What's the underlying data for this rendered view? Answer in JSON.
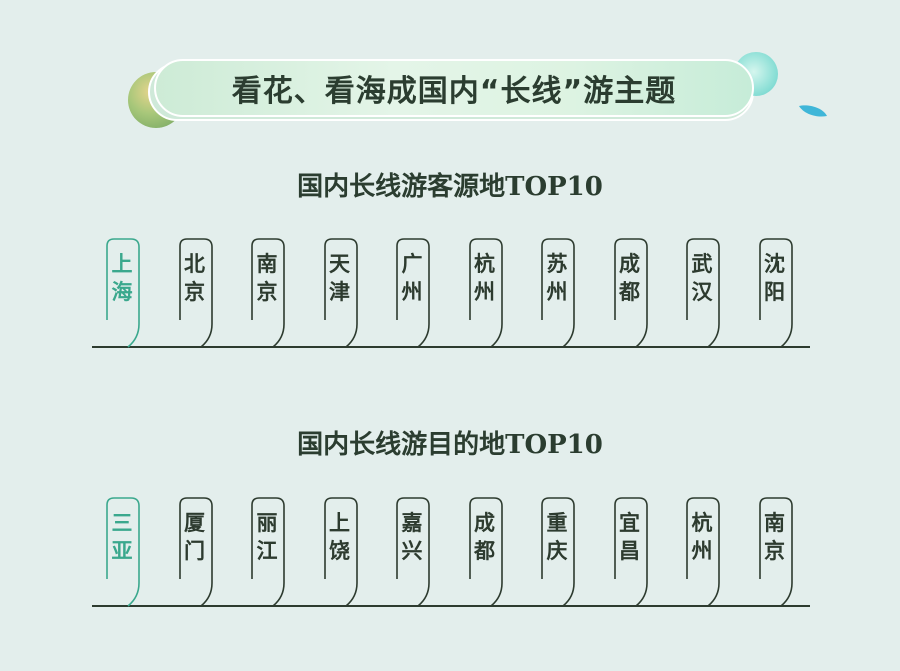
{
  "banner": {
    "title": "看花、看海成国内“长线”游主题"
  },
  "colors": {
    "background": "#e3eeec",
    "text": "#2d3b2f",
    "highlight": "#3aa88d"
  },
  "sections": [
    {
      "title": "国内长线游客源地TOP10",
      "items": [
        "上海",
        "北京",
        "南京",
        "天津",
        "广州",
        "杭州",
        "苏州",
        "成都",
        "武汉",
        "沈阳"
      ]
    },
    {
      "title": "国内长线游目的地TOP10",
      "items": [
        "三亚",
        "厦门",
        "丽江",
        "上饶",
        "嘉兴",
        "成都",
        "重庆",
        "宜昌",
        "杭州",
        "南京"
      ]
    }
  ]
}
